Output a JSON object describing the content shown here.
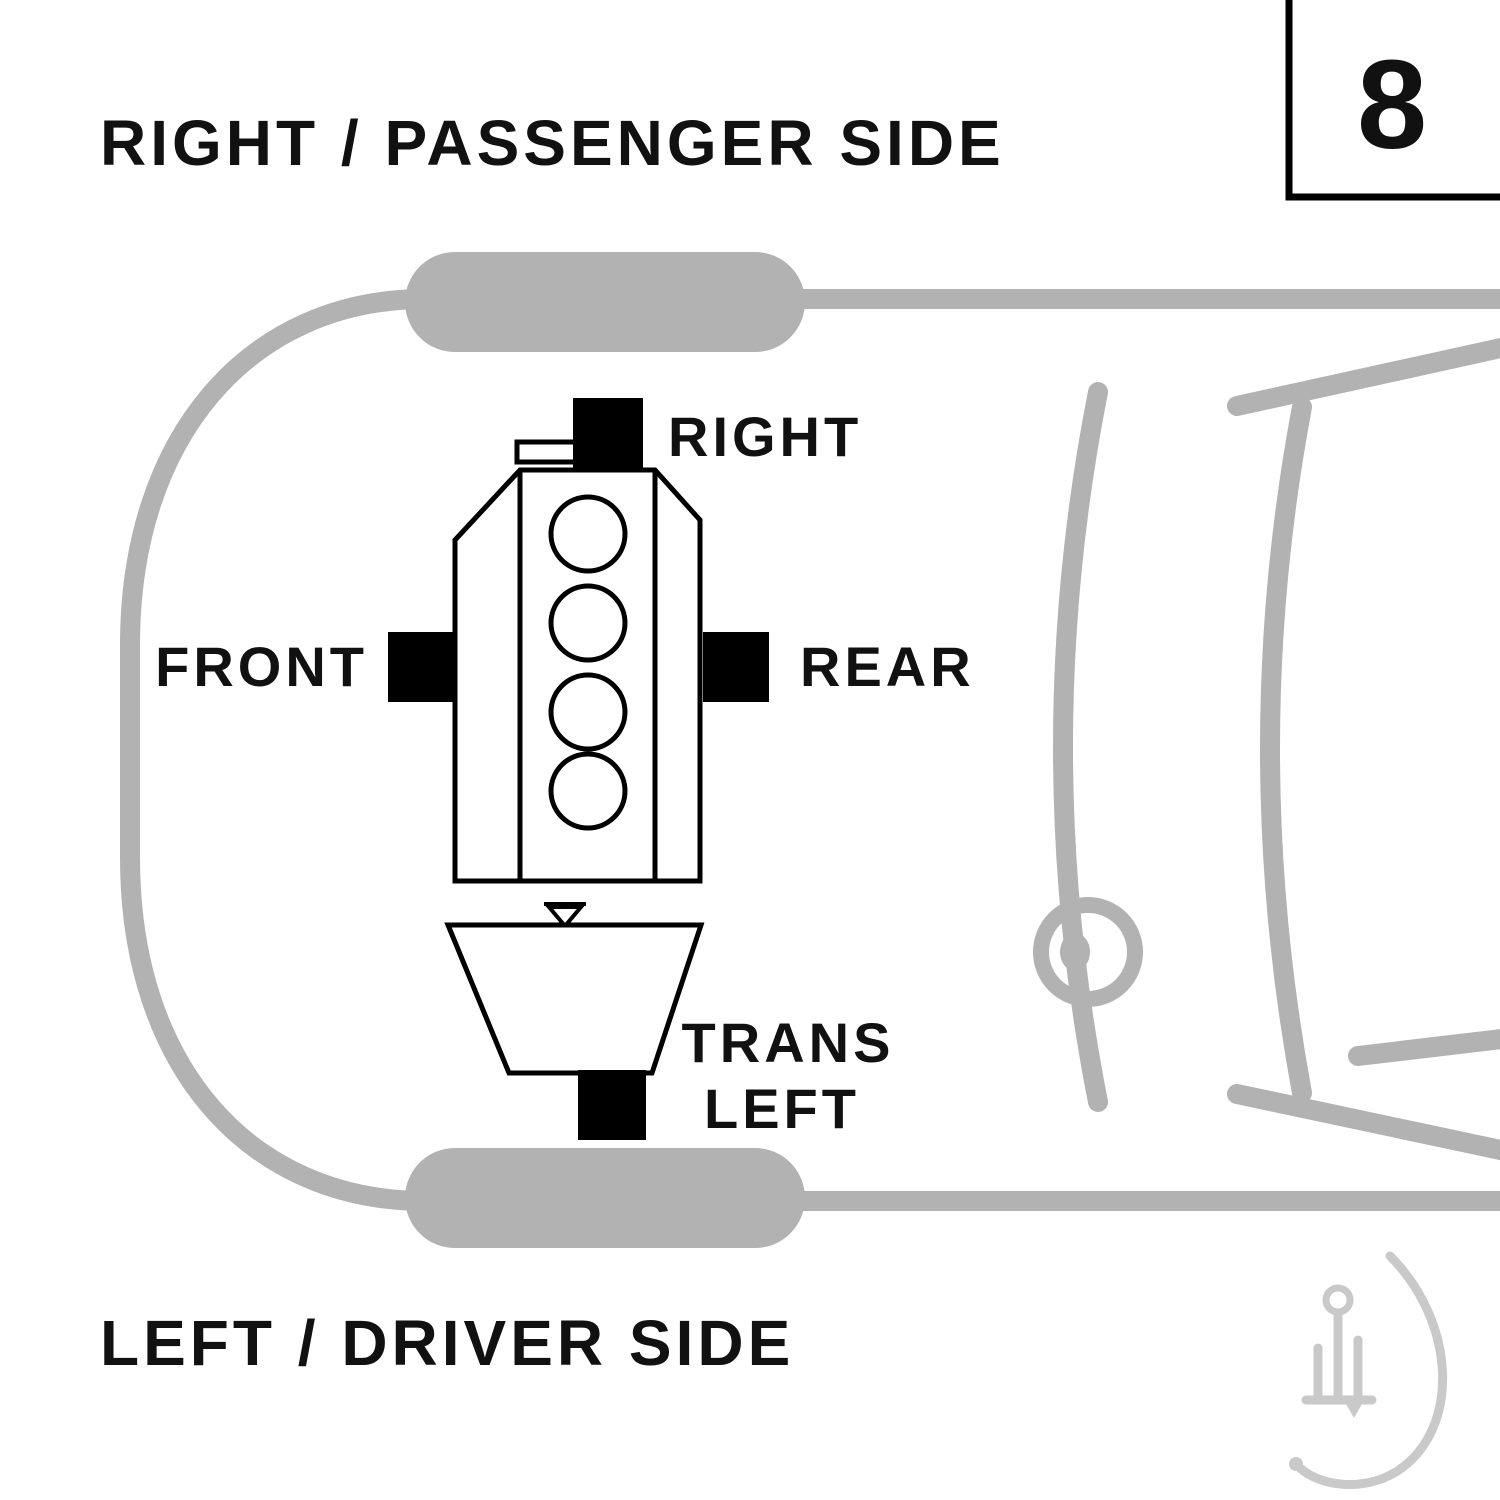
{
  "diagram": {
    "title_top": "RIGHT / PASSENGER SIDE",
    "title_bottom": "LEFT / DRIVER SIDE",
    "page_number": "8",
    "mount_labels": {
      "top": "RIGHT",
      "left": "FRONT",
      "right": "REAR",
      "bottom_line1": "TRANS",
      "bottom_line2": "LEFT"
    },
    "colors": {
      "car_outline": "#b2b2b2",
      "mount_fill": "#000000",
      "engine_stroke": "#000000",
      "background": "#ffffff",
      "watermark": "#c9c9c9"
    }
  }
}
